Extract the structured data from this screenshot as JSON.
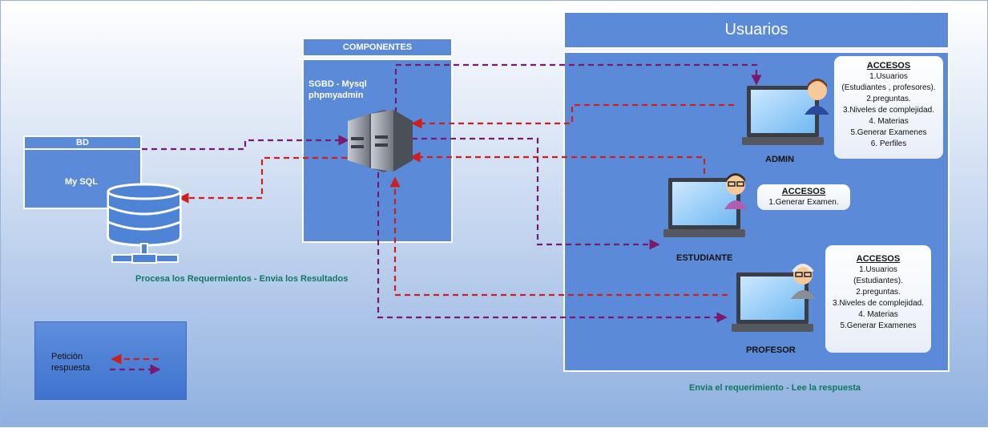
{
  "bd": {
    "title": "BD",
    "label": "My SQL"
  },
  "componentes": {
    "title": "COMPONENTES",
    "line1": "SGBD - Mysql",
    "line2": "phpmyadmin"
  },
  "usuarios": {
    "title": "Usuarios"
  },
  "captions": {
    "server": "Procesa los Requermientos - Envia los Resultados",
    "users": "Envia el requerimiento -  Lee la respuesta"
  },
  "devices": {
    "admin": "ADMIN",
    "estudiante": "ESTUDIANTE",
    "profesor": "PROFESOR"
  },
  "access_admin": {
    "title": "ACCESOS",
    "items": [
      "1.Usuarios",
      "(Estudiantes , profesores).",
      "2.preguntas.",
      "3.Niveles de complejidad.",
      "4. Materias",
      "5.Generar Examenes",
      "6. Perfiles"
    ]
  },
  "access_estudiante": {
    "title": "ACCESOS",
    "items": [
      "1.Generar Examen."
    ]
  },
  "access_profesor": {
    "title": "ACCESOS",
    "items": [
      "1.Usuarios",
      "(Estudiantes).",
      "2.preguntas.",
      "3.Niveles de complejidad.",
      "4. Materias",
      "5.Generar Examenes"
    ]
  },
  "legend": {
    "peticion": "Peticiòn",
    "respuesta": "respuesta"
  },
  "colors": {
    "request": "#cc1f1f",
    "response": "#7a1a6e",
    "panel": "#5b8bd8"
  }
}
